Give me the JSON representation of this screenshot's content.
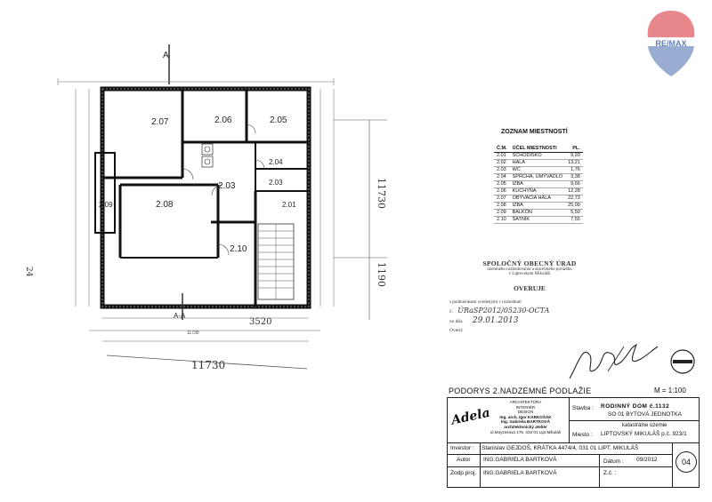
{
  "logo": {
    "text": "RE/MAX",
    "accent": "#d7262e",
    "blue": "#1a4a9a"
  },
  "plan": {
    "rooms": [
      "2.07",
      "2.06",
      "2.05",
      "2.04",
      "2.03",
      "2.03",
      "2.08",
      "2.09",
      "2.01",
      "2.10"
    ],
    "section_marks": {
      "top": "A",
      "bottom": "A-A"
    },
    "dims": {
      "overall_bottom": "11730",
      "overall_bottom_hand": "11730",
      "right_hand_1": "11730",
      "right_hand_2": "1190",
      "bottom_hand": "3520"
    },
    "margin_note": "24"
  },
  "room_list": {
    "title": "ZOZNAM MIESTNOSTÍ",
    "headers": {
      "no": "Č.M.",
      "purpose": "ÚČEL MIESTNOSTI",
      "area": "PL."
    },
    "rows": [
      {
        "no": "2.01",
        "purpose": "SCHODISKO",
        "area": "9,93"
      },
      {
        "no": "2.02",
        "purpose": "HALA",
        "area": "13,21"
      },
      {
        "no": "2.03",
        "purpose": "WC",
        "area": "1,76"
      },
      {
        "no": "2.04",
        "purpose": "SPRCHA, UMÝVADLO",
        "area": "3,38"
      },
      {
        "no": "2.05",
        "purpose": "IZBA",
        "area": "9,66"
      },
      {
        "no": "2.06",
        "purpose": "KUCHYŇA",
        "area": "12,28"
      },
      {
        "no": "2.07",
        "purpose": "OBÝVACIA HALA",
        "area": "22,73"
      },
      {
        "no": "2.08",
        "purpose": "IZBA",
        "area": "25,09"
      },
      {
        "no": "2.09",
        "purpose": "BALKÓN",
        "area": "5,50"
      },
      {
        "no": "2.10",
        "purpose": "ŠATNÍK",
        "area": "7,55"
      }
    ]
  },
  "stamp": {
    "office": "SPOLOČNÝ OBECNÝ ÚRAD",
    "sub1": "územného rozhodovania a stavebného poriadku",
    "sub2": "v Liptovskom Mikuláši",
    "verified": "OVERUJE",
    "line1": "s podmienkami uvedenými v rozhodnutí",
    "line2_label": "č.",
    "line2_hand": "ÚRaSP2012/05230-OCTA",
    "line3_label": "zo dňa",
    "line3_hand": "29.01.2013",
    "line4_label": "Overil:"
  },
  "title_block": {
    "sheet_title": "PODORYS 2.NADZEMNÉ PODLAŽIE",
    "scale": "M = 1:100",
    "firm_logo": "Adela",
    "firm_lines": [
      "ARCHITEKTÚRA",
      "INTERIÉR",
      "DESIGN",
      "Ing. arch. Igor KARKOŠÁK",
      "Ing. Gabriela BARTKOVÁ",
      "architektonický ateliér",
      "ul.Moyzesova 176, 032 01 Lipt.Mikuláš"
    ],
    "labels": {
      "stavba": "Stavba :",
      "miesto": "Miesto :",
      "investor": "Investor :",
      "autor": "Autor",
      "zodp": "Zodp.proj.",
      "datum": "Dátum :",
      "zc": "Z.č. :"
    },
    "stavba_value": "RODINNÝ DOM č.1132",
    "stavba_sub": "SO 01 BYTOVÁ JEDNOTKA",
    "miesto_value1": "katastrálne územie",
    "miesto_value2": "LIPTOVSKÝ MIKULÁŠ p.č. 923/1",
    "investor_value": "Stanislav GEJDOŠ, KRÁTKA 4474/4, 031 01 LIPT. MIKULÁŠ",
    "autor_value": "ING.GABRIELA BARTKOVÁ",
    "zodp_value": "ING.GABRIELA BARTKOVÁ",
    "datum_value": "09/2012",
    "zc_value": "",
    "sheet_no": "04"
  }
}
